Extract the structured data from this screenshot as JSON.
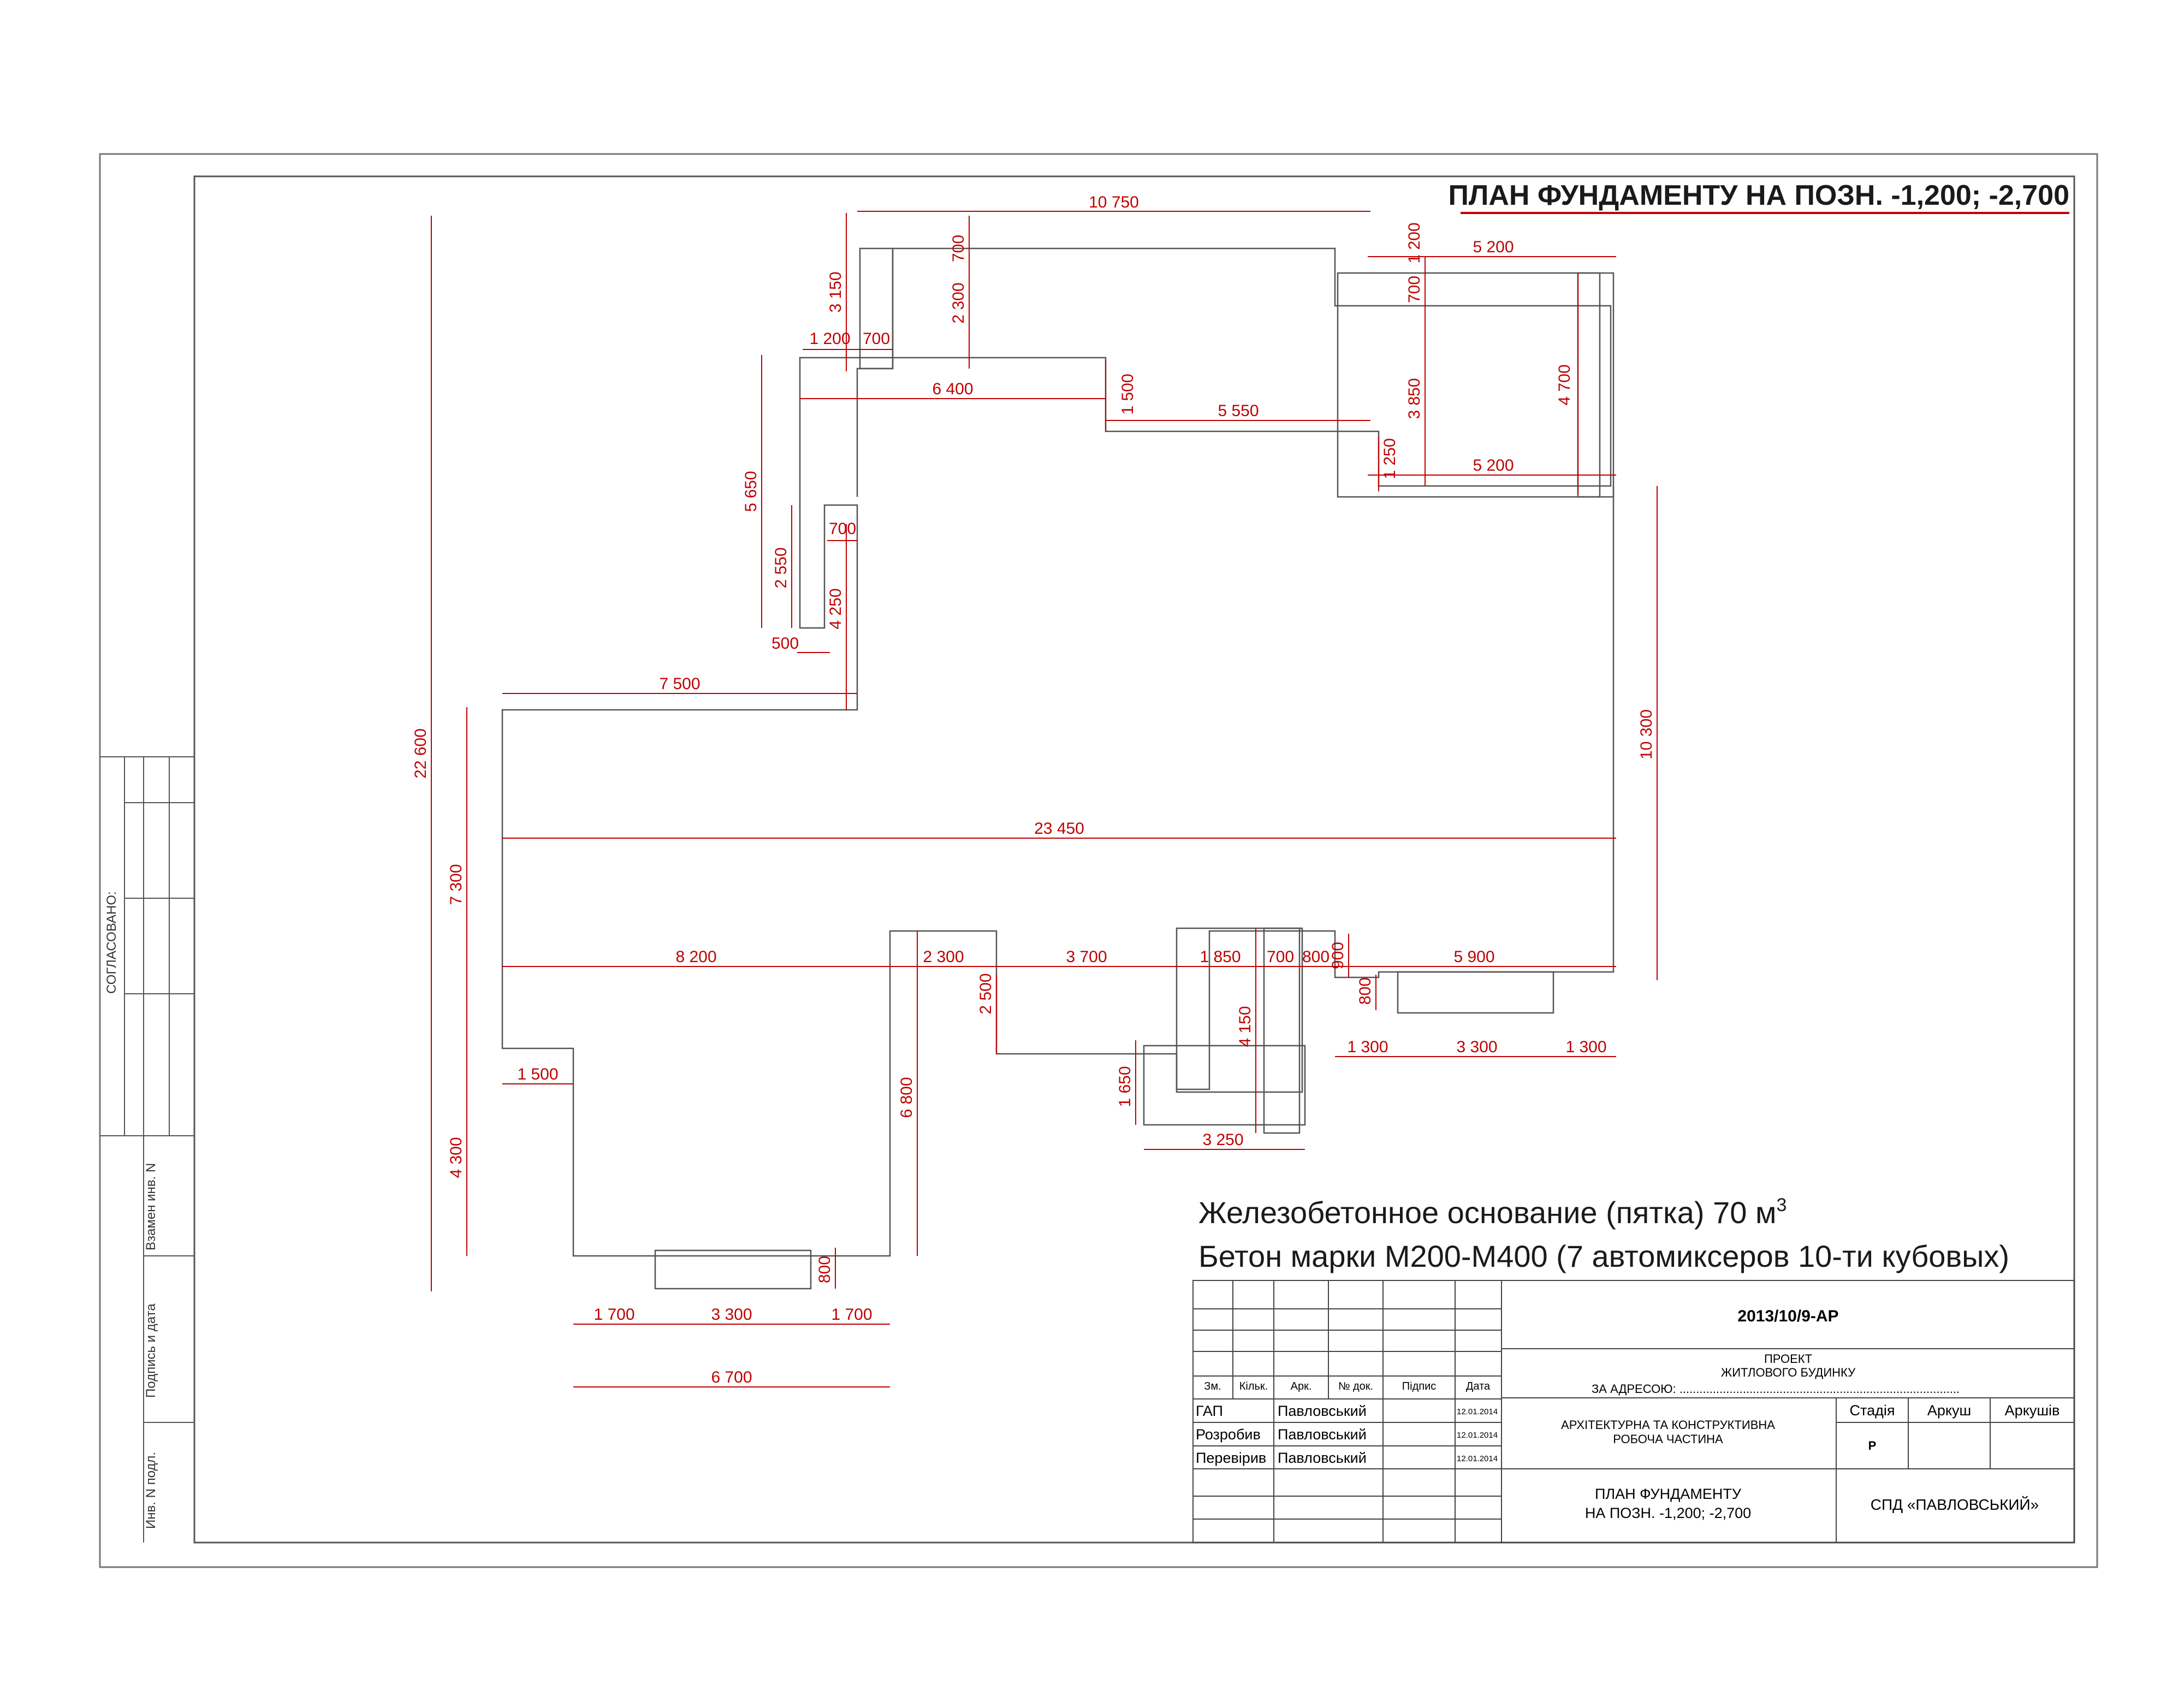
{
  "title": "ПЛАН ФУНДАМЕНТУ НА  ПОЗН. -1,200; -2,700",
  "note": {
    "line1": "Железобетонное основание (пятка) 70 м",
    "line1_sup": "3",
    "line2": "Бетон марки  М200-М400 (7 автомиксеров 10-ти кубовых)"
  },
  "sidebar": {
    "agreed": "СОГЛАСОВАНО:",
    "replace_inv": "Взамен инв. N",
    "sign_date": "Подпись и дата",
    "inv_orig": "Инв. N подл."
  },
  "dimensions": {
    "top_10750": "10 750",
    "d_700_top": "700",
    "d_2300_top": "2 300",
    "d_3150": "3 150",
    "d_1200_left": "1 200",
    "d_700_left": "700",
    "d_1200_right": "1 200",
    "d_5200_top": "5 200",
    "d_700_right": "700",
    "d_3850": "3 850",
    "d_4700": "4 700",
    "d_6400": "6 400",
    "d_1500_mid": "1 500",
    "d_5550": "5 550",
    "d_1250": "1 250",
    "d_5200_bottom": "5 200",
    "d_5650": "5 650",
    "d_700_small": "700",
    "d_2550": "2 550",
    "d_4250": "4 250",
    "d_500": "500",
    "d_7500": "7 500",
    "d_22600": "22 600",
    "d_10300": "10 300",
    "d_23450": "23 450",
    "d_7300": "7 300",
    "d_8200": "8 200",
    "d_2300_mid": "2 300",
    "d_3700": "3 700",
    "d_1850": "1 850",
    "d_700_mid": "700",
    "d_800_mid": "800",
    "d_900": "900",
    "d_5900": "5 900",
    "d_800_right": "800",
    "d_2500": "2 500",
    "d_4150": "4 150",
    "d_1650": "1 650",
    "d_3250": "3 250",
    "d_1300_a": "1 300",
    "d_3300_right": "3 300",
    "d_1300_b": "1 300",
    "d_1500_low": "1 500",
    "d_4300": "4 300",
    "d_6800": "6 800",
    "d_800_low": "800",
    "d_1700_a": "1 700",
    "d_3300_low": "3 300",
    "d_1700_b": "1 700",
    "d_6700": "6 700"
  },
  "title_block": {
    "doc_code": "2013/10/9-АР",
    "project_line1": "ПРОЕКТ",
    "project_line2": "ЖИТЛОВОГО БУДИНКУ",
    "address_label": "ЗА АДРЕСОЮ: ....................................................................................",
    "columns": [
      "Зм.",
      "Кільк.",
      "Арк.",
      "№ док.",
      "Підпис",
      "Дата"
    ],
    "rows": [
      {
        "role": "ГАП",
        "name": "Павловський",
        "date": "12.01.2014"
      },
      {
        "role": "Розробив",
        "name": "Павловський",
        "date": "12.01.2014"
      },
      {
        "role": "Перевірив",
        "name": "Павловський",
        "date": "12.01.2014"
      }
    ],
    "section_line1": "АРХІТЕКТУРНА ТА КОНСТРУКТИВНА",
    "section_line2": "РОБОЧА ЧАСТИНА",
    "stage_headers": [
      "Стадія",
      "Аркуш",
      "Аркушів"
    ],
    "stage_value": "Р",
    "sheet_title_line1": "ПЛАН ФУНДАМЕНТУ",
    "sheet_title_line2": "НА  ПОЗН. -1,200;  -2,700",
    "company": "СПД  «ПАВЛОВСЬКИЙ»"
  },
  "colors": {
    "dimension": "#c00000",
    "outline": "#555555",
    "title_underline": "#c00000",
    "title_text": "#1a1a1a"
  }
}
